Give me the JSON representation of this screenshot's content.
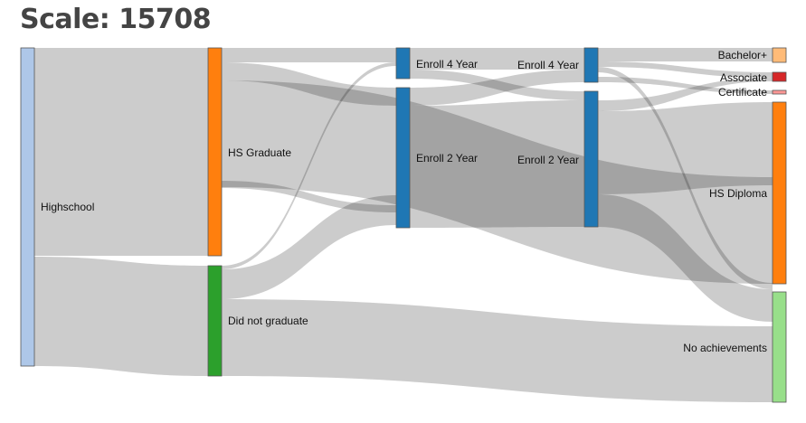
{
  "header": {
    "title": "Scale: 15708"
  },
  "colors": {
    "highschool": "#aec7e8",
    "hs_graduate": "#ff7f0e",
    "did_not_graduate": "#2ca02c",
    "enroll": "#1f77b4",
    "bachelor": "#ffbb78",
    "associate": "#d62728",
    "certificate": "#ff9896",
    "hs_diploma": "#ff7f0e",
    "no_achievements": "#98df8a",
    "link": "#000000"
  },
  "nodes": [
    {
      "id": "hs",
      "label": "Highschool",
      "color": "highschool"
    },
    {
      "id": "grad",
      "label": "HS Graduate",
      "color": "hs_graduate"
    },
    {
      "id": "nograd",
      "label": "Did not graduate",
      "color": "did_not_graduate"
    },
    {
      "id": "e4a",
      "label": "Enroll 4 Year",
      "color": "enroll"
    },
    {
      "id": "e2a",
      "label": "Enroll 2 Year",
      "color": "enroll"
    },
    {
      "id": "e4b",
      "label": "Enroll 4 Year",
      "color": "enroll"
    },
    {
      "id": "e2b",
      "label": "Enroll 2 Year",
      "color": "enroll"
    },
    {
      "id": "bach",
      "label": "Bachelor+",
      "color": "bachelor"
    },
    {
      "id": "assoc",
      "label": "Associate",
      "color": "associate"
    },
    {
      "id": "cert",
      "label": "Certificate",
      "color": "certificate"
    },
    {
      "id": "dipl",
      "label": "HS Diploma",
      "color": "hs_diploma"
    },
    {
      "id": "none",
      "label": "No achievements",
      "color": "no_achievements"
    }
  ]
}
